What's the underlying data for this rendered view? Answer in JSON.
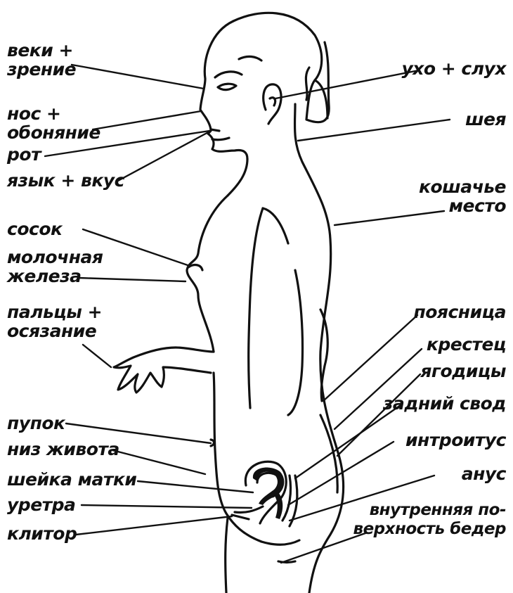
{
  "labels": {
    "veki_zrenie": "веки +\nзрение",
    "nos_obonyanie": "нос +\nобоняние",
    "rot": "рот",
    "yazyk_vkus": "язык + вкус",
    "sosok": "сосок",
    "molochnaya_zheleza": "молочная\nжелеза",
    "paltsy_osyazanie": "пальцы +\nосязание",
    "pupok": "пупок",
    "niz_zhivota": "низ живота",
    "sheika_matki": "шейка матки",
    "uretra": "уретра",
    "klitor": "клитор",
    "ukho_slukh": "ухо + слух",
    "sheya": "шея",
    "koshachye_mesto": "кошачье\nместо",
    "poyasnitsa": "поясница",
    "krestets": "крестец",
    "yagoditsy": "ягодицы",
    "zadniy_svod": "задний свод",
    "introitus": "интроитус",
    "anus": "анус",
    "vnutrennyaya": "внутренняя по-\nверхность бедер"
  },
  "colors": {
    "ink": "#111111",
    "background": "#ffffff"
  }
}
